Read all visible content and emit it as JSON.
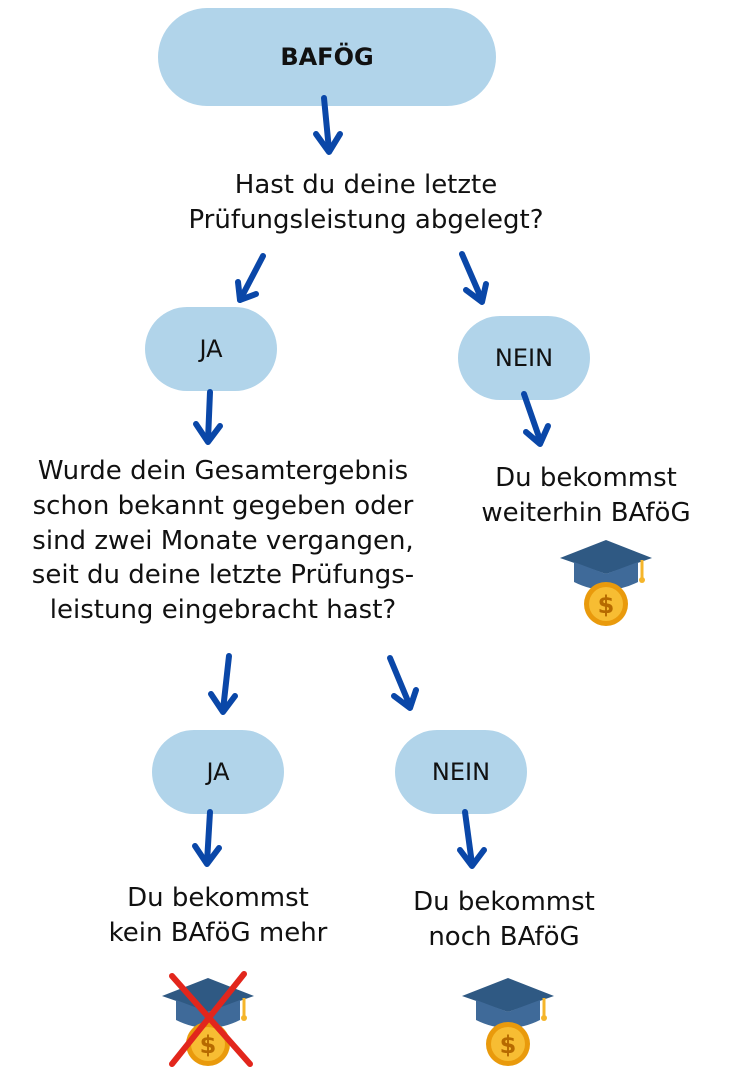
{
  "start": {
    "label": "BAFÖG"
  },
  "question1": {
    "lines": [
      "Hast du deine letzte",
      "Prüfungsleistung abgelegt?"
    ]
  },
  "branch1": {
    "yes": "JA",
    "no": "NEIN"
  },
  "result_no_1": {
    "lines": [
      "Du bekommst",
      "weiterhin BAföG"
    ]
  },
  "question2": {
    "lines": [
      "Wurde dein Gesamtergebnis",
      "schon bekannt gegeben oder",
      "sind zwei Monate vergangen,",
      "seit du deine letzte Prüfungs-",
      "leistung eingebracht hast?"
    ]
  },
  "branch2": {
    "yes": "JA",
    "no": "NEIN"
  },
  "result_yes_2": {
    "lines": [
      "Du bekommst",
      "kein BAföG mehr"
    ]
  },
  "result_no_2": {
    "lines": [
      "Du bekommst",
      "noch BAföG"
    ]
  },
  "icons": {
    "funding": "graduation-cap-dollar-coin-icon",
    "no_funding": "crossed-out-graduation-cap-dollar-coin-icon"
  },
  "colors": {
    "pill": "#b1d4ea",
    "arrow": "#0a47a8",
    "cap": "#3f6a99",
    "coin": "#f5b52a",
    "cross": "#e2261c"
  }
}
